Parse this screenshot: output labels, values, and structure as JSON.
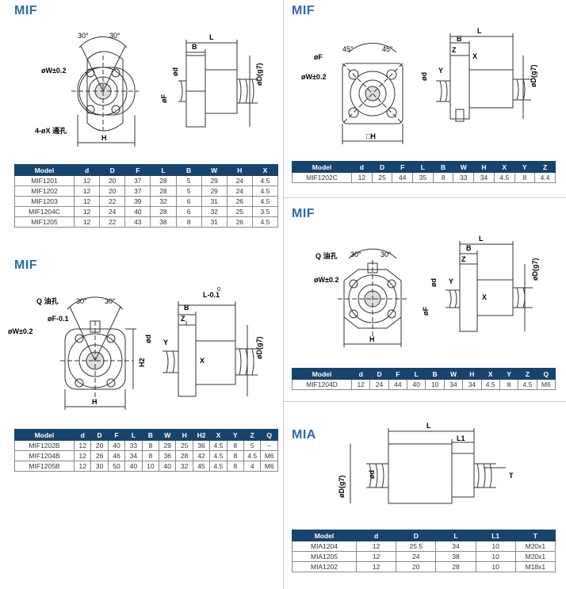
{
  "panels": {
    "p1": {
      "title": "MIF",
      "drawing": {
        "angle_a": "30°",
        "angle_b": "30°",
        "w_tol": "øW±0.2",
        "holes": "4-øX 通孔",
        "h": "H",
        "l": "L",
        "b": "B",
        "d": "ød",
        "f": "øF",
        "dg7": "øD(g7)"
      },
      "headers": [
        "Model",
        "d",
        "D",
        "F",
        "L",
        "B",
        "W",
        "H",
        "X"
      ],
      "rows": [
        [
          "MIF1201",
          "12",
          "20",
          "37",
          "28",
          "5",
          "29",
          "24",
          "4.5"
        ],
        [
          "MIF1202",
          "12",
          "20",
          "37",
          "28",
          "5",
          "29",
          "24",
          "4.5"
        ],
        [
          "MIF1203",
          "12",
          "22",
          "39",
          "32",
          "6",
          "31",
          "26",
          "4.5"
        ],
        [
          "MIF1204C",
          "12",
          "24",
          "40",
          "28",
          "6",
          "32",
          "25",
          "3.5"
        ],
        [
          "MIF1205",
          "12",
          "22",
          "43",
          "38",
          "8",
          "31",
          "26",
          "4.5"
        ]
      ]
    },
    "p2": {
      "title": "MIF",
      "drawing": {
        "q": "Q 油孔",
        "angle_a": "30°",
        "angle_b": "30°",
        "f_tol": "øF-0.1",
        "f_tol_sup": "0",
        "w_tol": "øW±0.2",
        "h": "H",
        "h2": "H2",
        "l": "L-0.1",
        "l_sup": "0",
        "b": "B",
        "z": "Z",
        "y": "Y",
        "x": "X",
        "d": "ød",
        "dg7": "øD(g7)"
      },
      "headers": [
        "Model",
        "d",
        "D",
        "F",
        "L",
        "B",
        "W",
        "H",
        "H2",
        "X",
        "Y",
        "Z",
        "Q"
      ],
      "rows": [
        [
          "MIF1202B",
          "12",
          "20",
          "40",
          "33",
          "8",
          "29",
          "25",
          "36",
          "4.5",
          "8",
          "5",
          "–"
        ],
        [
          "MIF1204B",
          "12",
          "26",
          "46",
          "34",
          "8",
          "36",
          "28",
          "42",
          "4.5",
          "8",
          "4.5",
          "M6"
        ],
        [
          "MIF1205B",
          "12",
          "30",
          "50",
          "40",
          "10",
          "40",
          "32",
          "45",
          "4.5",
          "8",
          "4",
          "M6"
        ]
      ]
    },
    "p3": {
      "title": "MIF",
      "drawing": {
        "angle_a": "45°",
        "angle_b": "45°",
        "f": "øF",
        "w_tol": "øW±0.2",
        "h": "□H",
        "l": "L",
        "b": "B",
        "z": "Z",
        "y": "Y",
        "x": "X",
        "d": "ød",
        "dg7": "øD(g7)"
      },
      "headers": [
        "Model",
        "d",
        "D",
        "F",
        "L",
        "B",
        "W",
        "H",
        "X",
        "Y",
        "Z"
      ],
      "rows": [
        [
          "MIF1202C",
          "12",
          "25",
          "44",
          "35",
          "8",
          "33",
          "34",
          "4.5",
          "8",
          "4.4"
        ]
      ]
    },
    "p4": {
      "title": "MIF",
      "drawing": {
        "q": "Q 油孔",
        "angle_a": "30°",
        "angle_b": "30°",
        "w_tol": "øW±0.2",
        "h": "H",
        "l": "L",
        "b": "B",
        "z": "Z",
        "y": "Y",
        "x": "X",
        "d": "ød",
        "f": "øF",
        "dg7": "øD(g7)"
      },
      "headers": [
        "Model",
        "d",
        "D",
        "F",
        "L",
        "B",
        "W",
        "H",
        "X",
        "Y",
        "Z",
        "Q"
      ],
      "rows": [
        [
          "MIF1204D",
          "12",
          "24",
          "44",
          "40",
          "10",
          "34",
          "34",
          "4.5",
          "8",
          "4.5",
          "M6"
        ]
      ]
    },
    "p5": {
      "title": "MIA",
      "drawing": {
        "l": "L",
        "l1": "L1",
        "d": "ød",
        "dg7": "øD(g7)",
        "t": "T"
      },
      "headers": [
        "Model",
        "d",
        "D",
        "L",
        "L1",
        "T"
      ],
      "rows": [
        [
          "MIA1204",
          "12",
          "25.5",
          "34",
          "10",
          "M20x1"
        ],
        [
          "MIA1205",
          "12",
          "24",
          "38",
          "10",
          "M20x1"
        ],
        [
          "MIA1202",
          "12",
          "20",
          "28",
          "10",
          "M18x1"
        ]
      ]
    }
  },
  "colors": {
    "header_bg": "#17446d",
    "title": "#2f6aa8",
    "line": "#333333"
  }
}
